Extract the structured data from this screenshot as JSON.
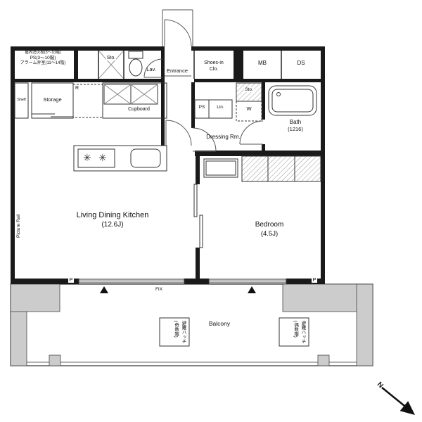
{
  "shaft_box": {
    "line1": "屋内消火栓(3〜10階)",
    "line2": "PS(3〜10階)",
    "line3": "アラーム弁室(11〜14階)"
  },
  "top_row": {
    "sto": "Sto.",
    "lav": "Lav.",
    "entrance": "Entrance",
    "shoes_line1": "Shoes-in",
    "shoes_line2": "Clo.",
    "mb": "MB",
    "ds": "DS"
  },
  "kitchen": {
    "shelf": "Shelf",
    "storage": "Storage",
    "refrigerator": "R",
    "cupboard": "Cupboard"
  },
  "dressing": {
    "room": "Dressing Rm.",
    "ps": "PS",
    "linen": "Lin.",
    "sto": "Sto.",
    "washer": "W"
  },
  "bath": {
    "name": "Bath",
    "size": "(1216)"
  },
  "ldk": {
    "name": "Living Dining Kitchen",
    "size": "(12.6J)"
  },
  "bedroom": {
    "name": "Bedroom",
    "size": "(4.5J)"
  },
  "openings": {
    "fix": "FIX"
  },
  "balcony": {
    "name": "Balcony",
    "hatch_left_line1": "避難ハッチ",
    "hatch_left_line2": "(奇数階)",
    "hatch_right_line1": "避難ハッチ",
    "hatch_right_line2": "(偶数階)"
  },
  "markers": {
    "p_left": "P",
    "p_right": "P",
    "picture_rail": "Picture Rail",
    "north": "N"
  },
  "icons": {
    "stove_burner": "✳"
  },
  "colors": {
    "wall": "#1a1a1a",
    "line": "#333333",
    "balcony_wall": "#cccccc",
    "hatch": "#999999"
  }
}
